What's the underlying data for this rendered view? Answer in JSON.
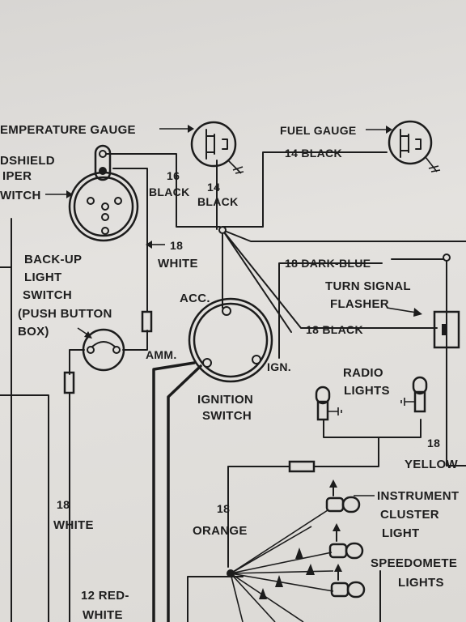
{
  "labels": {
    "temperature_gauge": "EMPERATURE GAUGE",
    "fuel_gauge": "FUEL GAUGE",
    "windshield_wiper_switch": [
      "DSHIELD",
      "IPER",
      "WITCH"
    ],
    "backup_light_switch": [
      "BACK-UP",
      "LIGHT",
      "SWITCH",
      "(PUSH BUTTON",
      "BOX)"
    ],
    "acc": "ACC.",
    "amm": "AMM.",
    "ign": "IGN.",
    "ignition_switch": [
      "IGNITION",
      "SWITCH"
    ],
    "turn_signal_flasher": [
      "TURN SIGNAL",
      "FLASHER"
    ],
    "radio_lights": [
      "RADIO",
      "LIGHTS"
    ],
    "instrument_cluster_light": [
      "INSTRUMENT",
      "CLUSTER",
      "LIGHT"
    ],
    "speedometer_lights": [
      "SPEEDOMETE",
      "LIGHTS"
    ]
  },
  "wires": {
    "fuel_gauge_wire": [
      "14 BLACK"
    ],
    "temp_gauge_wire": [
      "16",
      "BLACK"
    ],
    "temp_gauge_wire_2": [
      "14",
      "BLACK"
    ],
    "wiper_wire": [
      "18",
      "WHITE"
    ],
    "dark_blue": [
      "18 DARK-BLUE"
    ],
    "flasher_black": [
      "18 BLACK"
    ],
    "yellow": [
      "18",
      "YELLOW"
    ],
    "orange": [
      "18",
      "ORANGE"
    ],
    "left_white": [
      "18",
      "WHITE"
    ],
    "red_white": [
      "12 RED-",
      "WHITE"
    ]
  }
}
